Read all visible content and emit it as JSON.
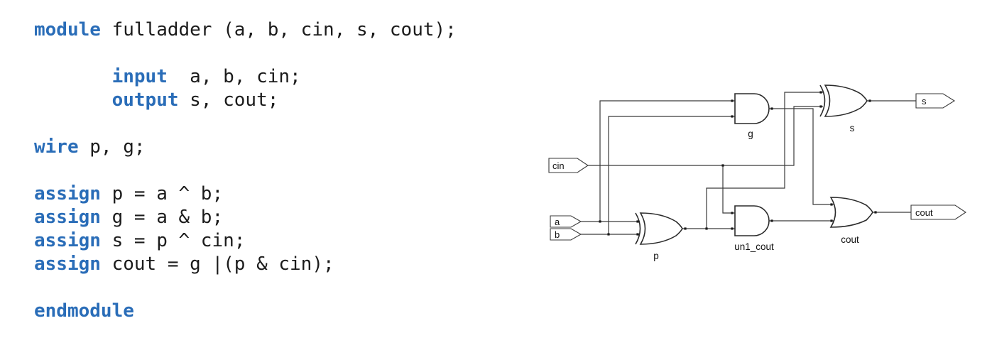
{
  "colors": {
    "keyword_blue": "#2a6db8",
    "code_text": "#1b1b1b",
    "diagram_stroke": "#3a3a3a",
    "background": "#ffffff"
  },
  "code": {
    "language": "verilog",
    "lines": [
      {
        "tokens": [
          {
            "t": "module",
            "kw": true
          },
          {
            "t": " fulladder (a, b, cin, s, cout);",
            "kw": false
          }
        ]
      },
      {
        "tokens": []
      },
      {
        "tokens": [
          {
            "t": "       ",
            "kw": false
          },
          {
            "t": "input",
            "kw": true
          },
          {
            "t": "  a, b, cin;",
            "kw": false
          }
        ]
      },
      {
        "tokens": [
          {
            "t": "       ",
            "kw": false
          },
          {
            "t": "output",
            "kw": true
          },
          {
            "t": " s, cout;",
            "kw": false
          }
        ]
      },
      {
        "tokens": []
      },
      {
        "tokens": [
          {
            "t": "wire",
            "kw": true
          },
          {
            "t": " p, g;",
            "kw": false
          }
        ]
      },
      {
        "tokens": []
      },
      {
        "tokens": [
          {
            "t": "assign",
            "kw": true
          },
          {
            "t": " p = a ^ b;",
            "kw": false
          }
        ]
      },
      {
        "tokens": [
          {
            "t": "assign",
            "kw": true
          },
          {
            "t": " g = a & b;",
            "kw": false
          }
        ]
      },
      {
        "tokens": [
          {
            "t": "assign",
            "kw": true
          },
          {
            "t": " s = p ^ cin;",
            "kw": false
          }
        ]
      },
      {
        "tokens": [
          {
            "t": "assign",
            "kw": true
          },
          {
            "t": " cout = g |(p & cin);",
            "kw": false
          }
        ]
      },
      {
        "tokens": []
      },
      {
        "tokens": [
          {
            "t": "endmodule",
            "kw": true
          }
        ]
      }
    ]
  },
  "schematic": {
    "labels": {
      "cin_port": "cin",
      "a_port": "a",
      "b_port": "b",
      "s_port": "s",
      "cout_port": "cout",
      "g_gate": "g",
      "p_gate": "p",
      "un1_cout_gate": "un1_cout",
      "s_gate": "s",
      "cout_gate": "cout"
    }
  }
}
